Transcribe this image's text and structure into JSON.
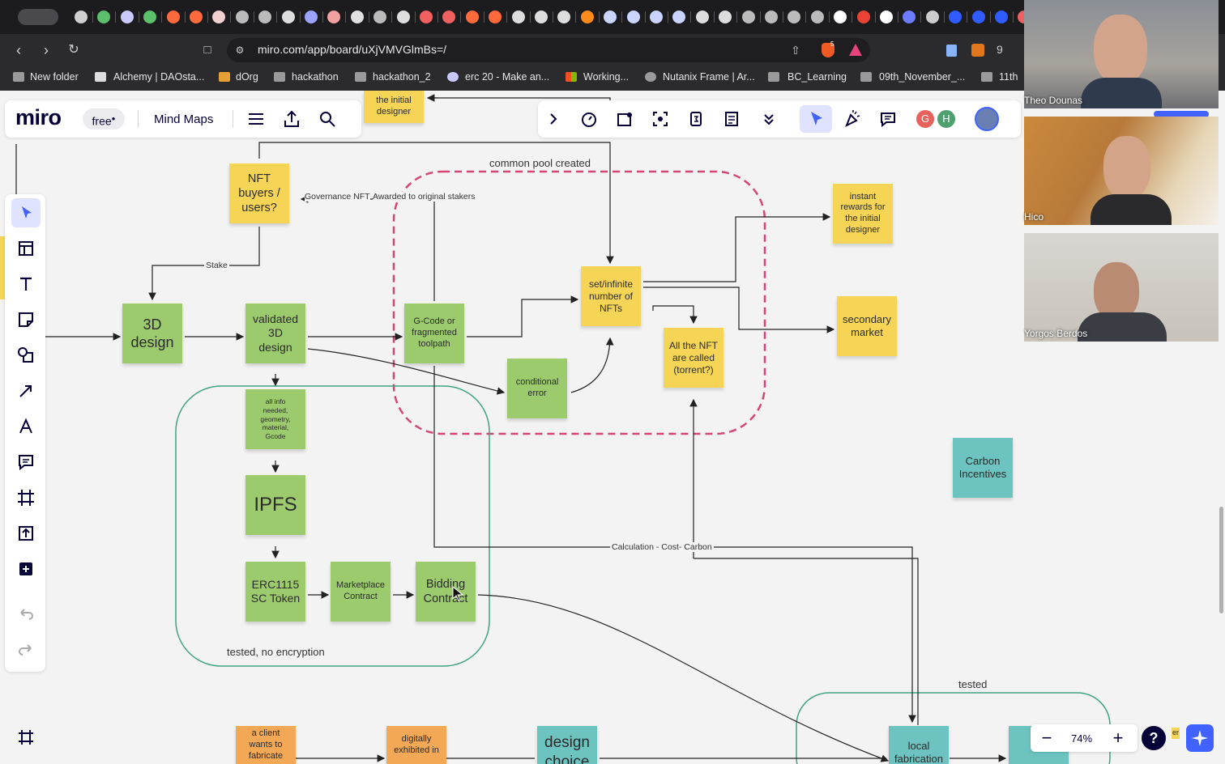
{
  "browser": {
    "url": "miro.com/app/board/uXjVMVGlmBs=/",
    "extension_count": "5",
    "bookmark_overflow": "9",
    "bookmarks": [
      "New folder",
      "Alchemy | DAOsta...",
      "dOrg",
      "hackathon",
      "hackathon_2",
      "erc 20 - Make an...",
      "Working...",
      "Nutanix Frame | Ar...",
      "BC_Learning",
      "09th_November_...",
      "11th"
    ]
  },
  "miro": {
    "logo": "miro",
    "plan_badge": "free",
    "board_name": "Mind Maps",
    "zoom": "74%",
    "help": "?",
    "avatars": [
      "G",
      "H"
    ],
    "colors": {
      "avatar_g": "#e8615a",
      "avatar_h": "#4fa06f",
      "accent": "#4262ff",
      "dashed_pool": "#d6457a",
      "green_frame": "#3fa37e"
    }
  },
  "video_call": {
    "participants": [
      "Theo Dounas",
      "Hico",
      "Yorgos Berdos"
    ]
  },
  "board": {
    "stickies": {
      "top_partial": "the initial\ndesigner",
      "nft_buyers": "NFT\nbuyers /\nusers?",
      "design_3d": "3D\ndesign",
      "validated": "validated\n3D\ndesign",
      "gcode": "G-Code or\nfragmented\ntoolpath",
      "all_info": "all info\nneeded,\ngeometry,\nmaterial,\nGcode",
      "ipfs": "IPFS",
      "erc1115": "ERC1115\nSC Token",
      "marketplace": "Marketplace\nContract",
      "bidding": "Bidding\nContract",
      "cond_error": "conditional\nerror",
      "set_infinite": "set/infinite\nnumber of\nNFTs",
      "all_called": "All the NFT\nare called\n(torrent?)",
      "instant_rewards": "instant\nrewards for\nthe initial\ndesigner",
      "secondary": "secondary\nmarket",
      "carbon": "Carbon\nIncentives",
      "client": "a client\nwants to\nfabricate",
      "digitally": "digitally\nexhibited in",
      "design_choice": "design\nchoice",
      "local_fab": "local\nfabrication"
    },
    "labels": {
      "common_pool": "common pool created",
      "governance": "Governance NFT",
      "awarded": "Awarded to original stakers",
      "stake": "Stake",
      "calculation": "Calculation - Cost- Carbon",
      "tested_no_enc": "tested, no encryption",
      "tested": "tested",
      "partial_er": "er"
    }
  }
}
